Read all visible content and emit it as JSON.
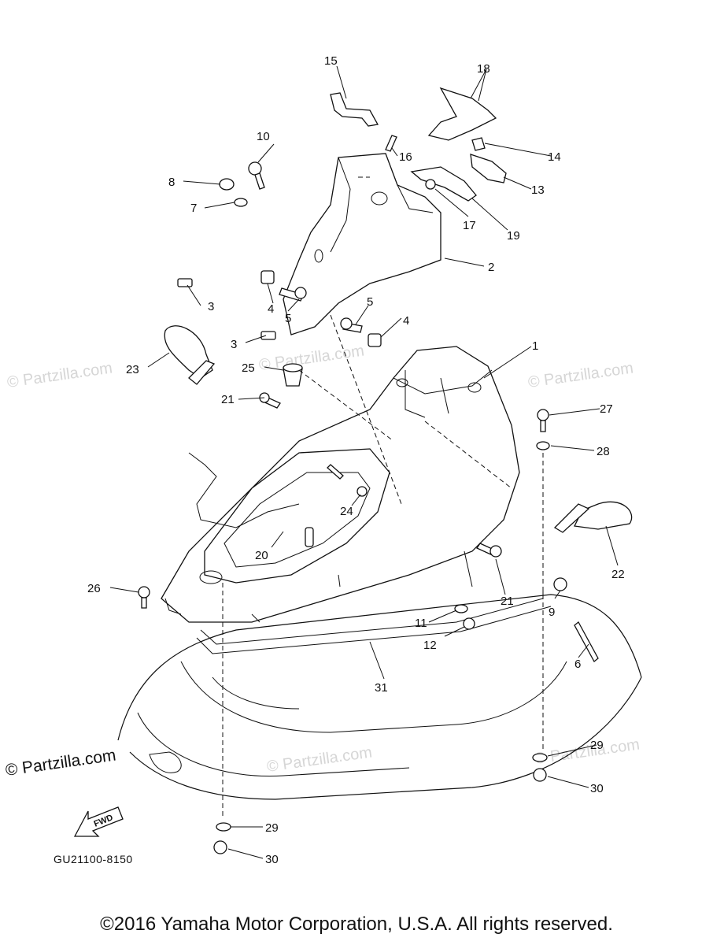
{
  "diagram": {
    "code": "GU21100-8150",
    "fwd_label": "FWD",
    "watermark": "© Partzilla.com",
    "copyright": "©2016 Yamaha Motor Corporation, U.S.A. All rights reserved.",
    "callouts": [
      "1",
      "2",
      "3",
      "3",
      "4",
      "4",
      "5",
      "5",
      "6",
      "7",
      "8",
      "9",
      "10",
      "11",
      "12",
      "13",
      "14",
      "15",
      "16",
      "17",
      "18",
      "19",
      "20",
      "21",
      "21",
      "22",
      "23",
      "24",
      "25",
      "26",
      "27",
      "28",
      "29",
      "29",
      "30",
      "30",
      "31"
    ]
  }
}
